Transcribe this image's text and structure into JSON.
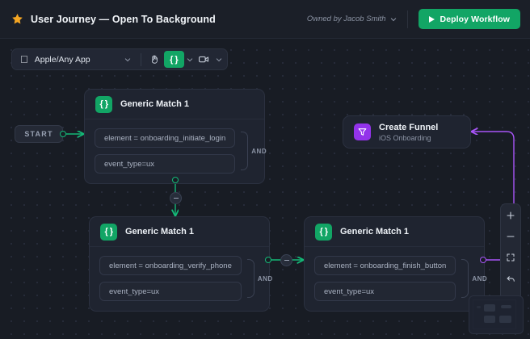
{
  "header": {
    "star_icon": "star-icon",
    "title": "User Journey — Open To Background",
    "owner_label": "Owned by Jacob Smith",
    "owner_chevron": "chevron-down-icon",
    "deploy_label": "Deploy Workflow",
    "deploy_icon": "play-icon",
    "deploy_color": "#12a565"
  },
  "toolbar": {
    "app_icon": "apple-icon",
    "app_glyph": "",
    "app_label": "Apple/Any App",
    "app_chevron": "chevron-down-icon",
    "pan_icon": "hand-icon",
    "code_icon": "braces-icon",
    "code_glyph": "{ }",
    "code_chevron": "chevron-down-icon",
    "video_icon": "video-camera-icon",
    "video_chevron": "chevron-down-icon",
    "active_tool_color": "#12a565"
  },
  "canvas": {
    "start_label": "START",
    "nodes": [
      {
        "name": "generic-match-top",
        "icon": "braces-icon",
        "icon_glyph": "{ }",
        "icon_color": "#12a565",
        "title": "Generic Match 1",
        "conditions": [
          "element = onboarding_initiate_login",
          "event_type=ux"
        ],
        "operator": "AND"
      },
      {
        "name": "generic-match-bottom-left",
        "icon": "braces-icon",
        "icon_glyph": "{ }",
        "icon_color": "#12a565",
        "title": "Generic Match 1",
        "conditions": [
          "element = onboarding_verify_phone",
          "event_type=ux"
        ],
        "operator": "AND"
      },
      {
        "name": "generic-match-bottom-right",
        "icon": "braces-icon",
        "icon_glyph": "{ }",
        "icon_color": "#12a565",
        "title": "Generic Match 1",
        "conditions": [
          "element = onboarding_finish_button",
          "event_type=ux"
        ],
        "operator": "AND"
      }
    ],
    "funnel": {
      "icon": "funnel-icon",
      "icon_color": "#9333ea",
      "title": "Create Funnel",
      "subtitle": "iOS Onboarding"
    },
    "edge_color_green": "#14b877",
    "edge_color_purple": "#a855f7"
  },
  "controls": {
    "zoom_in": "plus-icon",
    "zoom_out": "minus-icon",
    "fit_view": "fit-screen-icon",
    "undo": "undo-icon",
    "redo": "redo-icon"
  },
  "minimap": {
    "name": "minimap"
  }
}
